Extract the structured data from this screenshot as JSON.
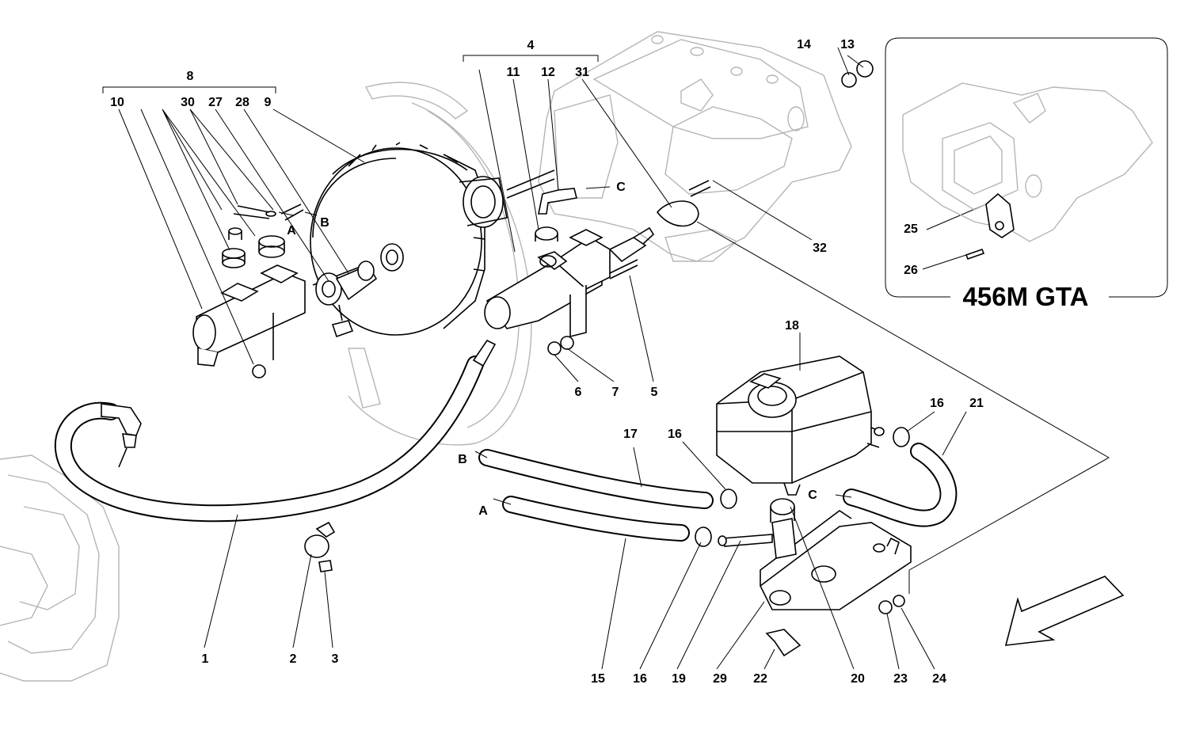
{
  "diagram": {
    "inset_title": "456M GTA",
    "callouts": {
      "c1": "1",
      "c2": "2",
      "c3": "3",
      "c4": "4",
      "c5": "5",
      "c6": "6",
      "c7": "7",
      "c8": "8",
      "c9": "9",
      "c10": "10",
      "c11": "11",
      "c12": "12",
      "c13": "13",
      "c14": "14",
      "c15": "15",
      "c16a": "16",
      "c16b": "16",
      "c16c": "16",
      "c17": "17",
      "c18": "18",
      "c19": "19",
      "c20": "20",
      "c21": "21",
      "c22": "22",
      "c23": "23",
      "c24": "24",
      "c25": "25",
      "c26": "26",
      "c27": "27",
      "c28": "28",
      "c29": "29",
      "c30": "30",
      "c31": "31",
      "c32": "32"
    },
    "connectors": {
      "a_top": "A",
      "b_top": "B",
      "c_top": "C",
      "a_hose": "A",
      "b_hose": "B",
      "c_hose": "C"
    },
    "colors": {
      "ink": "#000000",
      "ghost": "#b5b5b5",
      "paper": "#ffffff"
    }
  }
}
